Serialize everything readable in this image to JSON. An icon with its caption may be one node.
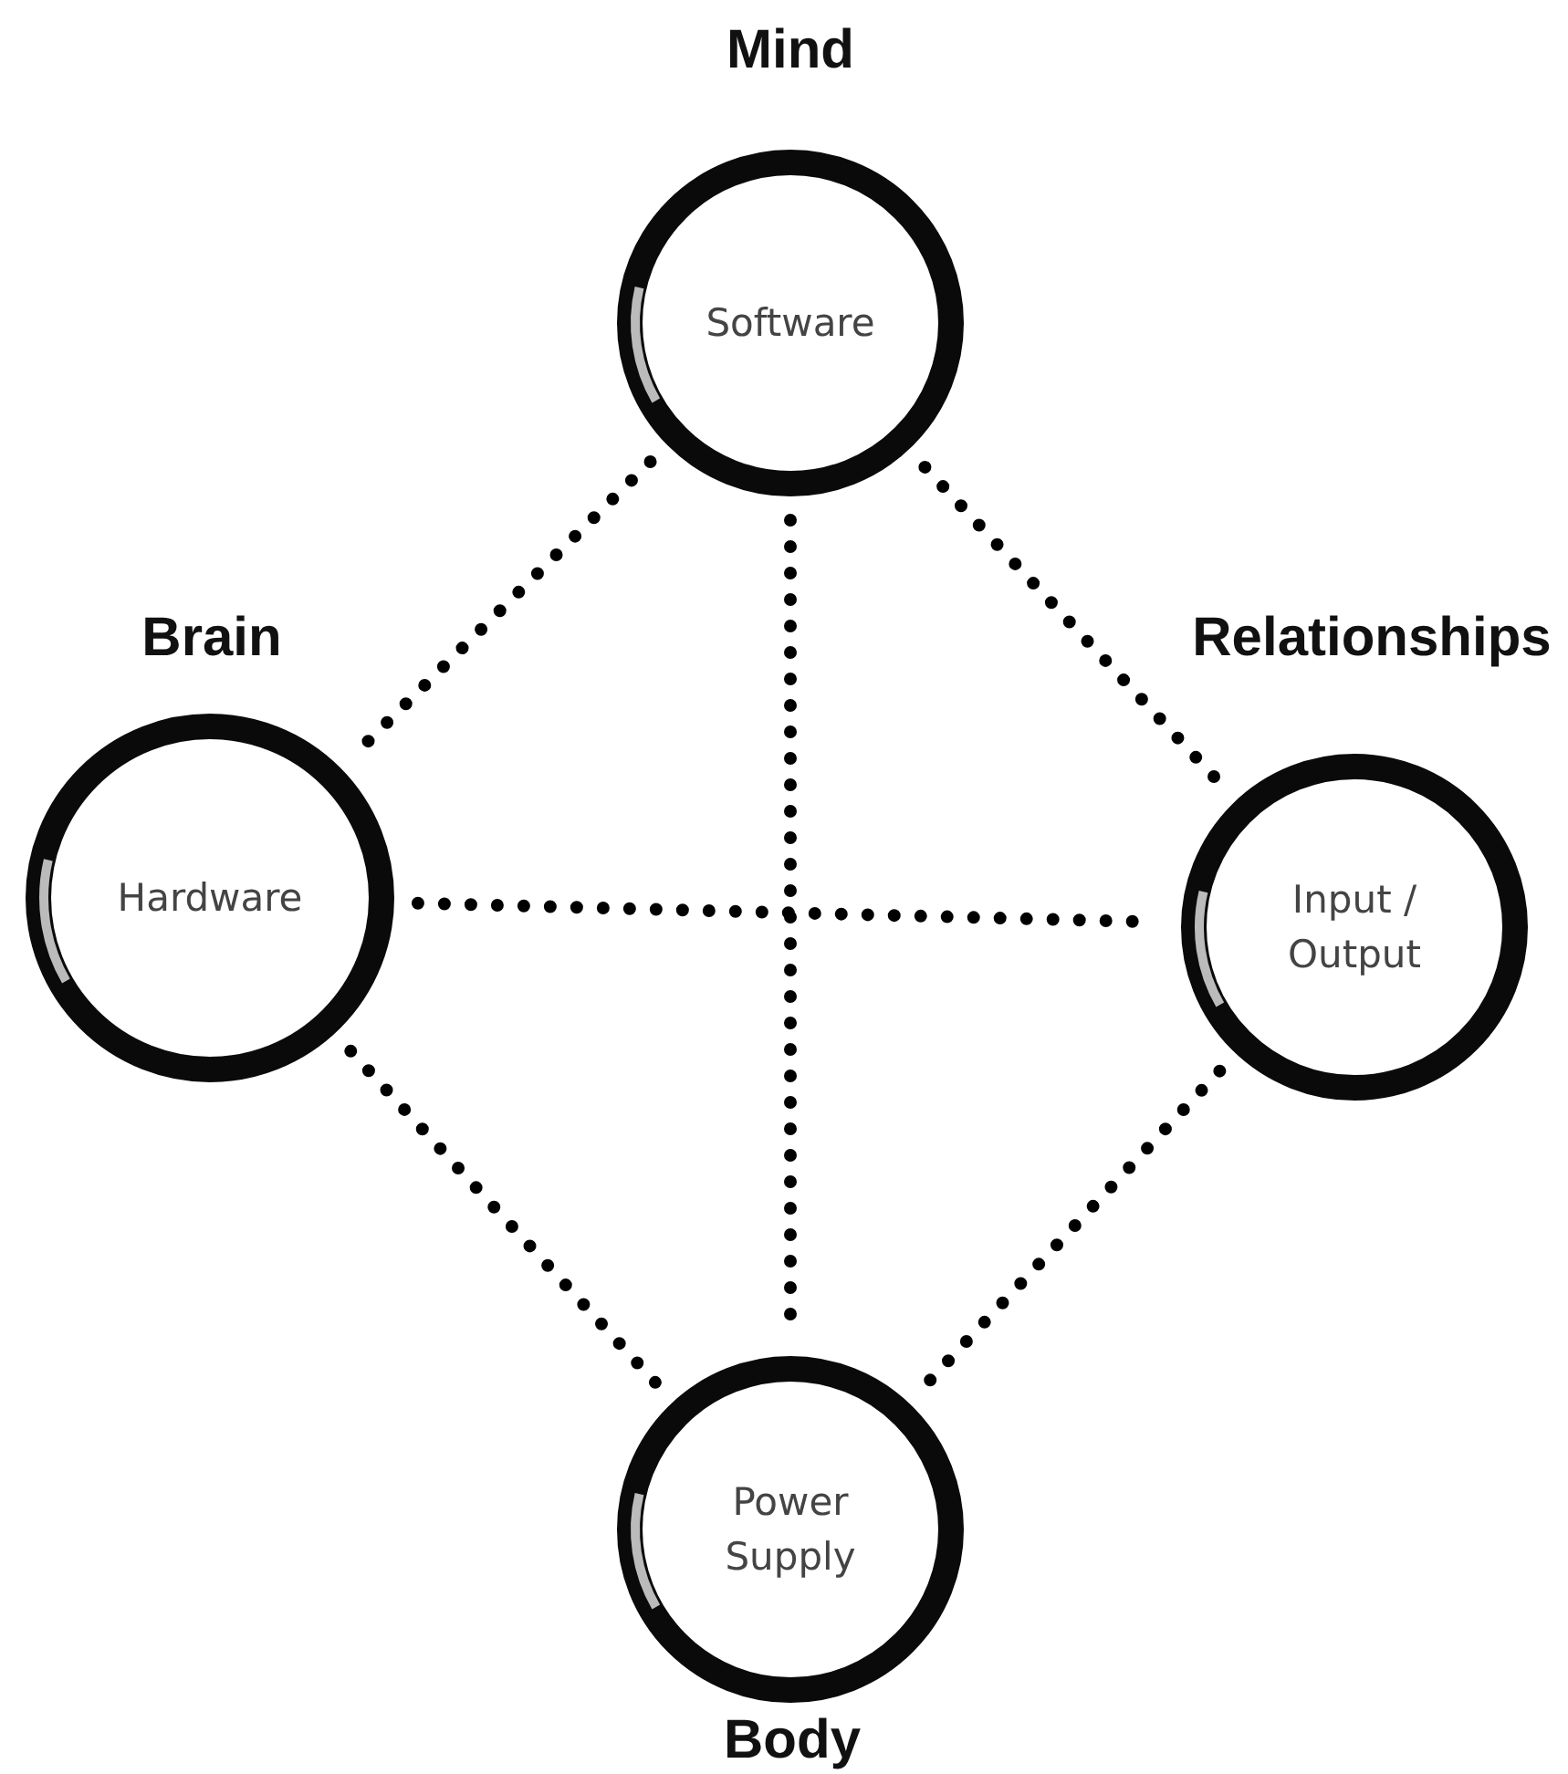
{
  "diagram": {
    "nodes": [
      {
        "text": [
          "Mind",
          "Software"
        ]
      },
      {
        "text": [
          "Brain",
          "Hardware"
        ]
      },
      {
        "text": [
          "Relationships",
          "Input / Output"
        ]
      },
      {
        "text": [
          "Power Supply",
          "Body"
        ]
      }
    ],
    "edges": [
      {
        "from": 0,
        "to": 1,
        "arrow": "none"
      },
      {
        "from": 0,
        "to": 2,
        "arrow": "none"
      },
      {
        "from": 0,
        "to": 3,
        "arrow": "none"
      },
      {
        "from": 1,
        "to": 2,
        "arrow": "none"
      },
      {
        "from": 1,
        "to": 3,
        "arrow": "none"
      },
      {
        "from": 2,
        "to": 3,
        "arrow": "none"
      }
    ]
  }
}
